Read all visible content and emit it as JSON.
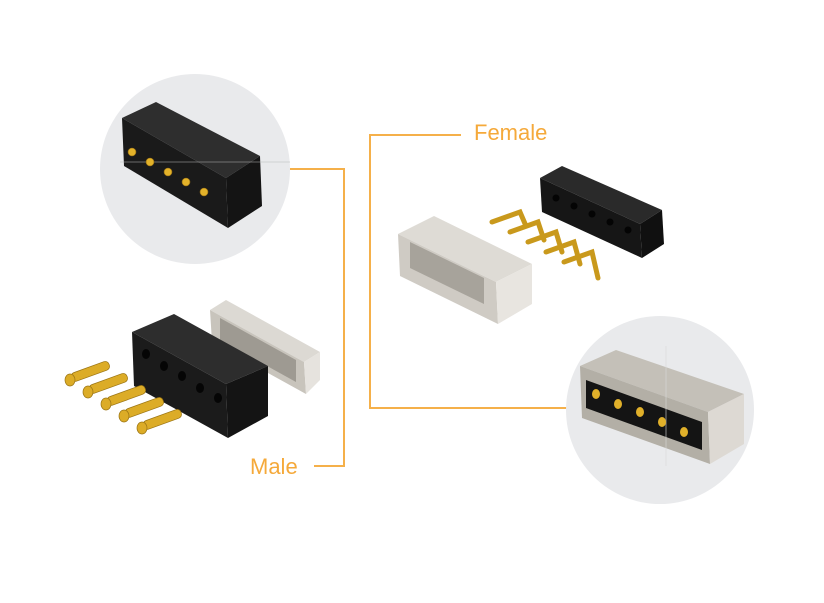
{
  "labels": {
    "female": "Female",
    "male": "Male"
  },
  "colors": {
    "accent": "#f5a93a",
    "line": "#f5b04a",
    "circle_bg": "#e9eaec",
    "housing_black": "#1c1c1c",
    "shell_metal": "#c9c6c0",
    "pin_gold": "#e0b02c"
  },
  "components": {
    "male_detail": "male-connector-assembled-closeup",
    "male_exploded": "male-connector-exploded-view",
    "female_exploded": "female-connector-exploded-view",
    "female_detail": "female-connector-assembled-closeup"
  },
  "pin_count": 5
}
